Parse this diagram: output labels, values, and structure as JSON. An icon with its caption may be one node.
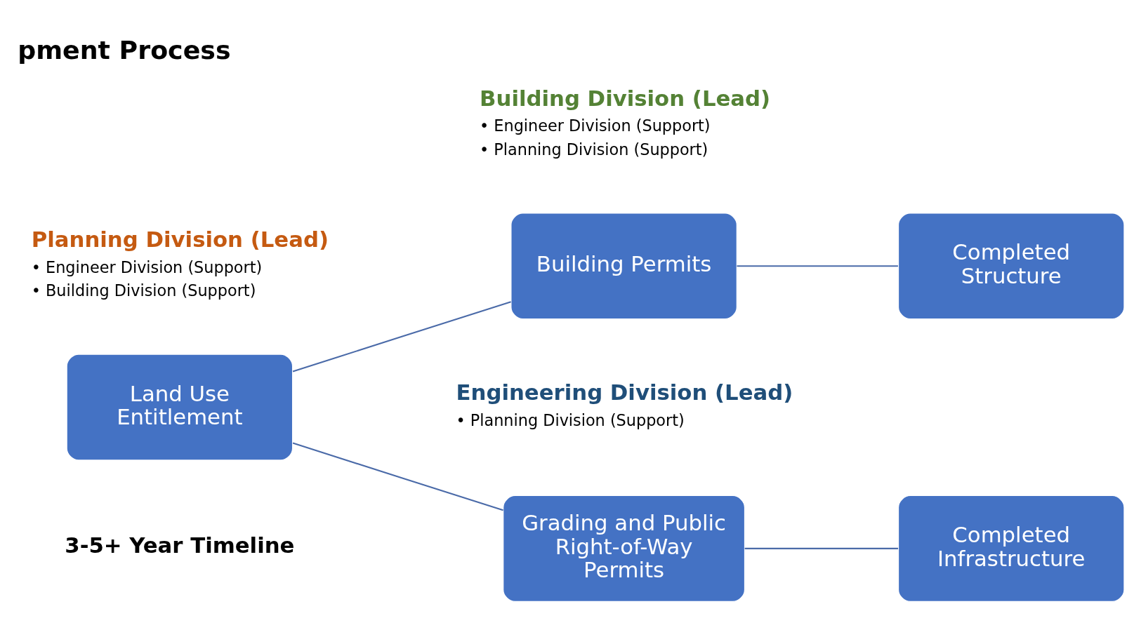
{
  "diagram": {
    "title": "pment Process",
    "nodes": [
      {
        "text": [
          "Land Use Entitlement"
        ]
      },
      {
        "text": [
          "Building Permits"
        ]
      },
      {
        "text": [
          "Completed Structure"
        ]
      },
      {
        "text": [
          "Grading and Public Right-of-Way Permits"
        ]
      },
      {
        "text": [
          "Completed Infrastructure"
        ]
      }
    ],
    "edges": [
      {
        "from": 0,
        "to": 1,
        "arrow": "none"
      },
      {
        "from": 1,
        "to": 2,
        "arrow": "none"
      },
      {
        "from": 0,
        "to": 3,
        "arrow": "none"
      },
      {
        "from": 3,
        "to": 4,
        "arrow": "none"
      }
    ],
    "labels": [
      "Planning Division (Lead)",
      "• Engineer Division (Support)",
      "• Building Division (Support)",
      "Building Division (Lead)",
      "• Engineer Division (Support)",
      "• Planning Division (Support)",
      "Engineering Division (Lead)",
      "• Planning Division (Support)",
      "3-5+ Year Timeline"
    ]
  }
}
